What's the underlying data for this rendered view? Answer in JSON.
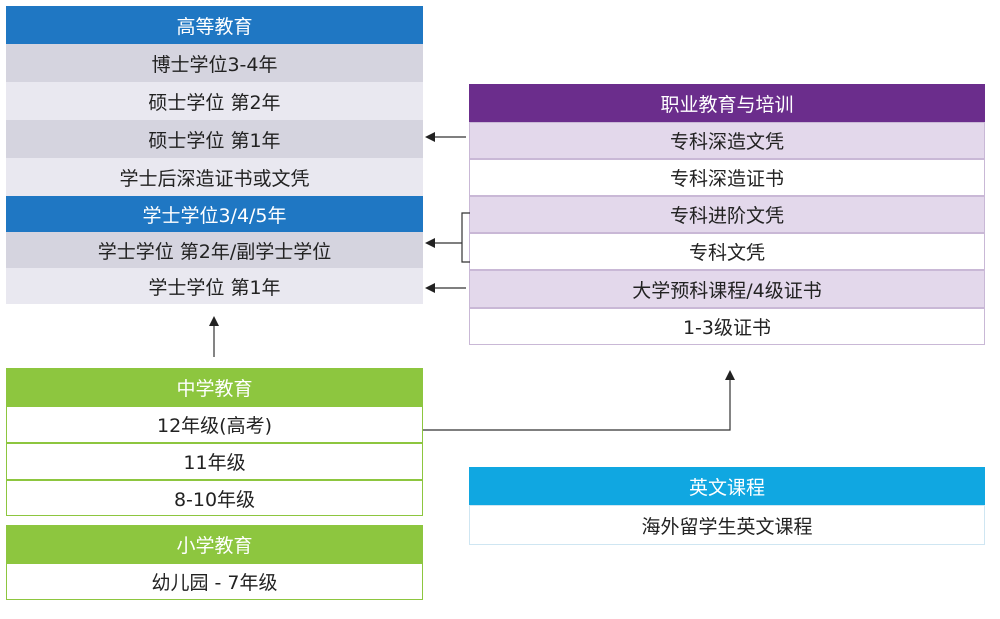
{
  "higher_education": {
    "header": "高等教育",
    "rows": [
      "博士学位3-4年",
      "硕士学位 第2年",
      "硕士学位 第1年",
      "学士后深造证书或文凭"
    ],
    "bachelor_header": "学士学位3/4/5年",
    "bachelor_rows": [
      "学士学位 第2年/副学士学位",
      "学士学位 第1年"
    ]
  },
  "vocational": {
    "header": "职业教育与培训",
    "rows": [
      "专科深造文凭",
      "专科深造证书",
      "专科进阶文凭",
      "专科文凭",
      "大学预科课程/4级证书",
      "1-3级证书"
    ]
  },
  "secondary": {
    "header": "中学教育",
    "rows": [
      "12年级(高考)",
      "11年级",
      "8-10年级"
    ]
  },
  "primary": {
    "header": "小学教育",
    "rows": [
      "幼儿园 - 7年级"
    ]
  },
  "english": {
    "header": "英文课程",
    "rows": [
      "海外留学生英文课程"
    ]
  },
  "colors": {
    "higher_education": "#1f77c3",
    "vocational": "#6b2d8c",
    "school": "#8dc63f",
    "english": "#10a7e1"
  }
}
